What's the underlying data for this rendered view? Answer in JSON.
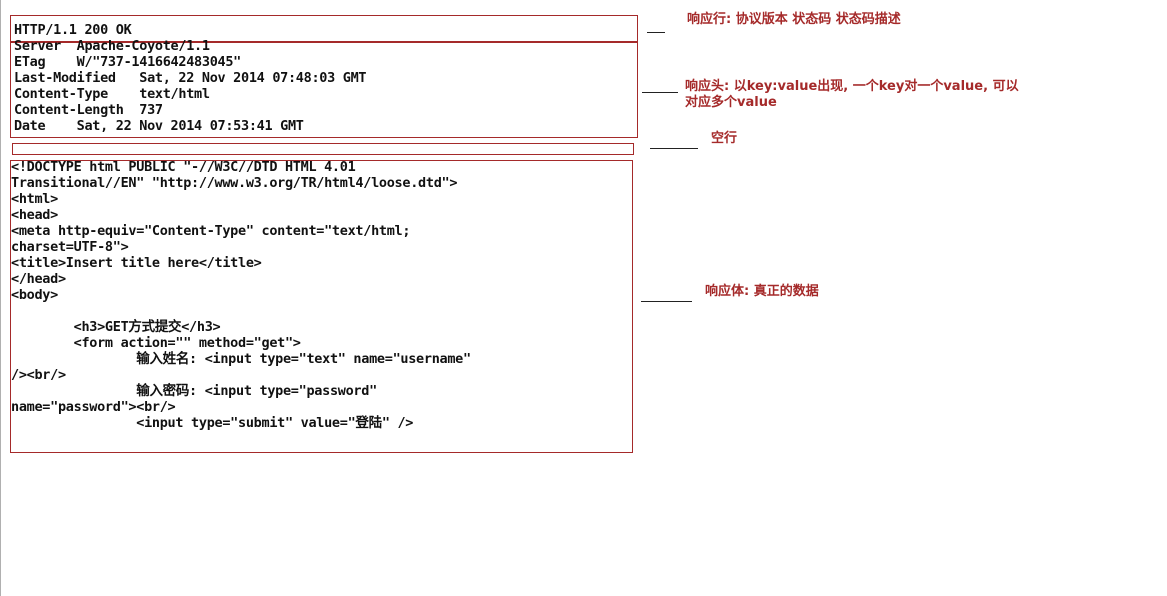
{
  "status_line": "HTTP/1.1 200 OK",
  "headers": [
    "Server  Apache-Coyote/1.1",
    "ETag    W/\"737-1416642483045\"",
    "Last-Modified   Sat, 22 Nov 2014 07:48:03 GMT",
    "Content-Type    text/html",
    "Content-Length  737",
    "Date    Sat, 22 Nov 2014 07:53:41 GMT"
  ],
  "body_lines": [
    "<!DOCTYPE html PUBLIC \"-//W3C//DTD HTML 4.01",
    "Transitional//EN\" \"http://www.w3.org/TR/html4/loose.dtd\">",
    "<html>",
    "<head>",
    "<meta http-equiv=\"Content-Type\" content=\"text/html;",
    "charset=UTF-8\">",
    "<title>Insert title here</title>",
    "</head>",
    "<body>",
    "",
    "        <h3>GET方式提交</h3>",
    "        <form action=\"\" method=\"get\">",
    "                输入姓名: <input type=\"text\" name=\"username\"",
    "/><br/>",
    "                输入密码: <input type=\"password\"",
    "name=\"password\"><br/>",
    "                <input type=\"submit\" value=\"登陆\" />"
  ],
  "annotations": {
    "status_line": "响应行: 协议版本 状态码 状态码描述",
    "headers_line1": "响应头: 以key:value出现, 一个key对一个value, 可以",
    "headers_line2": "对应多个value",
    "blank_line": "空行",
    "body": "响应体: 真正的数据"
  },
  "colors": {
    "box_border": "#a52a2a",
    "annotation_text": "#a52a2a",
    "code_text": "#111111"
  }
}
